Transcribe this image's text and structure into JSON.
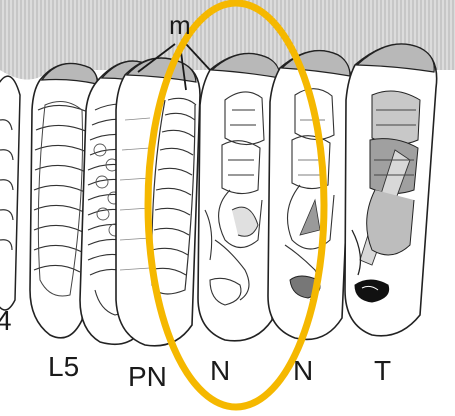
{
  "annotation": {
    "m": "m"
  },
  "labels": {
    "partial": "4",
    "l5": "L5",
    "pn": "PN",
    "n1": "N",
    "n2": "N",
    "t": "T"
  },
  "colors": {
    "highlight": "#F5B800",
    "outline": "#222222",
    "cap": "#b8b8b8",
    "comb": "#cfcfcf"
  }
}
